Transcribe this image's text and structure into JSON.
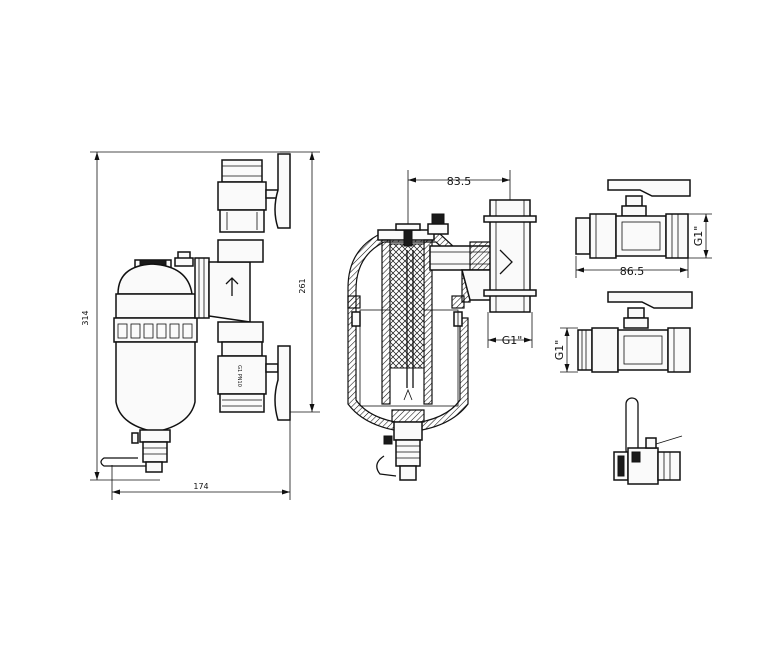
{
  "dimensions": {
    "overall_height": "314",
    "width": "174",
    "inner_height": "261",
    "branch_offset": "83.5",
    "outlet_thread": "G1\"",
    "valve_length": "86.5",
    "valve_thread_top": "G1\"",
    "valve_thread_bottom": "G1\""
  },
  "markings": {
    "valve_label": "G1 PN10"
  }
}
